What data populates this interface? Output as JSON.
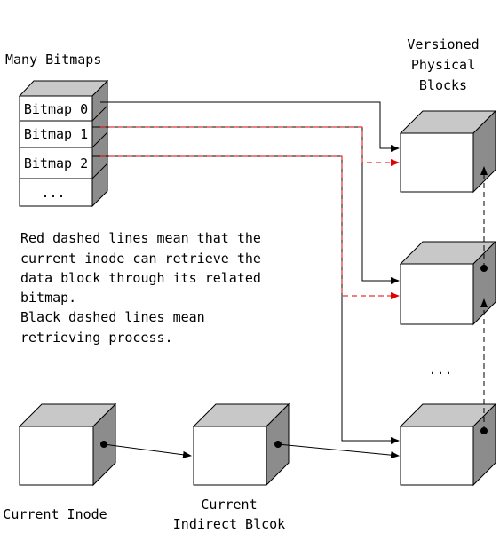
{
  "labels": {
    "many_bitmaps": "Many Bitmaps",
    "versioned": [
      "Versioned",
      "Physical",
      "Blocks"
    ],
    "current_inode": "Current Inode",
    "current_indirect": [
      "Current",
      "Indirect Blcok"
    ],
    "ellipsis_blocks": "..."
  },
  "bitmaps": [
    "Bitmap 0",
    "Bitmap 1",
    "Bitmap 2",
    "..."
  ],
  "note": [
    "Red dashed lines mean that the",
    "current inode can retrieve the",
    "data block through its related",
    "bitmap.",
    "Black dashed lines mean",
    "retrieving process."
  ],
  "colors": {
    "face": "#ffffff",
    "top": "#c8c8c8",
    "side": "#8c8c8c",
    "stroke": "#000000",
    "red": "#e00000"
  }
}
